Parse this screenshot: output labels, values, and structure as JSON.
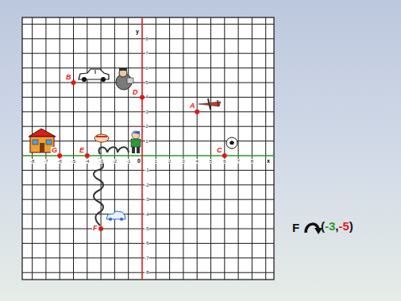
{
  "diagram": {
    "labels": [
      "A",
      "B",
      "C",
      "D",
      "E",
      "F",
      "G",
      "y",
      "x",
      "0",
      "-8",
      "-7",
      "-6",
      "-5",
      "-4",
      "-3",
      "-2",
      "-1",
      "1",
      "2",
      "3",
      "4",
      "5",
      "6",
      "7",
      "8",
      "8",
      "7",
      "6",
      "5",
      "4",
      "3",
      "2",
      "1",
      "-1",
      "-2",
      "-3",
      "-4",
      "-5",
      "-6",
      "-7",
      "-8",
      "F",
      "(",
      "-3",
      ",",
      "-5",
      ")"
    ]
  }
}
